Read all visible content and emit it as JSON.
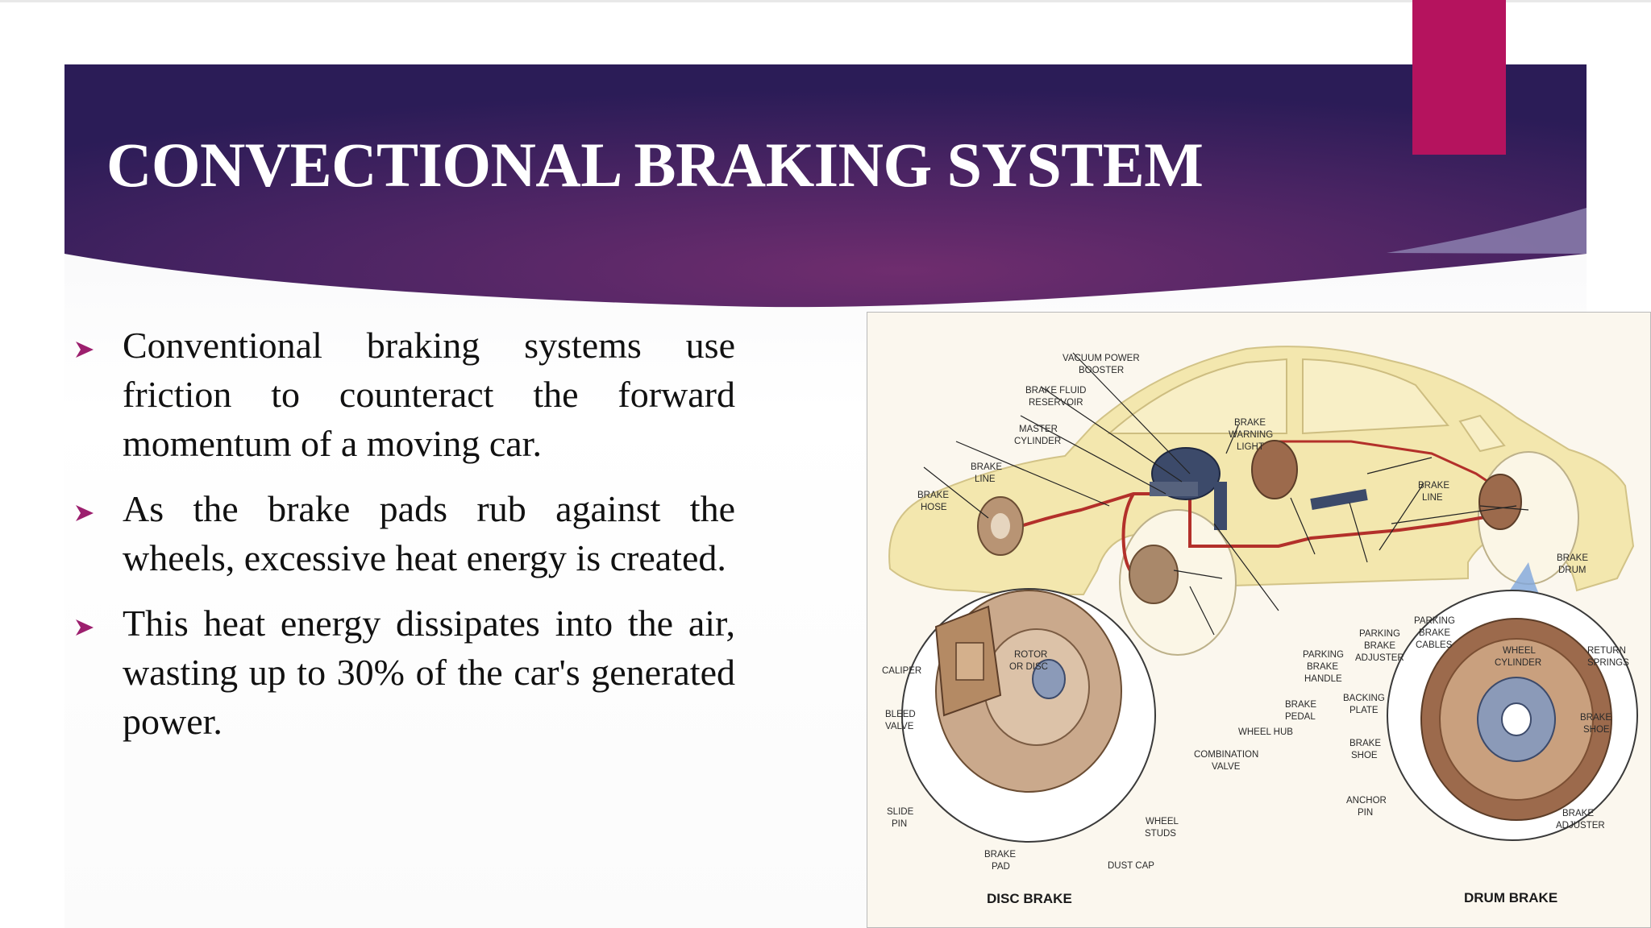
{
  "slide": {
    "title": "CONVECTIONAL BRAKING SYSTEM",
    "bullets": [
      "Conventional braking systems use friction to counteract the forward momentum of a moving car.",
      "As the brake pads rub against the wheels, excessive heat energy is created.",
      "This heat  energy dissipates into the air, wasting up to 30% of the car's generated power."
    ]
  },
  "figure": {
    "labels": {
      "vacuum_power_booster": [
        "VACUUM POWER",
        "BOOSTER"
      ],
      "brake_fluid_reservoir": [
        "BRAKE FLUID",
        "RESERVOIR"
      ],
      "master_cylinder": [
        "MASTER",
        "CYLINDER"
      ],
      "brake_warning_light": [
        "BRAKE",
        "WARNING",
        "LIGHT"
      ],
      "brake_line_front": [
        "BRAKE",
        "LINE"
      ],
      "brake_hose": [
        "BRAKE",
        "HOSE"
      ],
      "brake_line_rear": [
        "BRAKE",
        "LINE"
      ],
      "brake_drum": [
        "BRAKE",
        "DRUM"
      ],
      "parking_brake_cables": [
        "PARKING",
        "BRAKE",
        "CABLES"
      ],
      "parking_brake_adjuster": [
        "PARKING",
        "BRAKE",
        "ADJUSTER"
      ],
      "parking_brake_handle": [
        "PARKING",
        "BRAKE",
        "HANDLE"
      ],
      "rotor_or_disc": [
        "ROTOR",
        "OR DISC"
      ],
      "caliper": [
        "CALIPER"
      ],
      "bleed_valve": [
        "BLEED",
        "VALVE"
      ],
      "slide_pin": [
        "SLIDE",
        "PIN"
      ],
      "brake_pad": [
        "BRAKE",
        "PAD"
      ],
      "dust_cap": [
        "DUST CAP"
      ],
      "wheel_studs": [
        "WHEEL",
        "STUDS"
      ],
      "combination_valve": [
        "COMBINATION",
        "VALVE"
      ],
      "wheel_hub": [
        "WHEEL HUB"
      ],
      "brake_pedal": [
        "BRAKE",
        "PEDAL"
      ],
      "backing_plate": [
        "BACKING",
        "PLATE"
      ],
      "brake_shoe_left": [
        "BRAKE",
        "SHOE"
      ],
      "anchor_pin": [
        "ANCHOR",
        "PIN"
      ],
      "wheel_cylinder": [
        "WHEEL",
        "CYLINDER"
      ],
      "return_springs": [
        "RETURN",
        "SPRINGS"
      ],
      "brake_shoe_right": [
        "BRAKE",
        "SHOE"
      ],
      "brake_adjuster": [
        "BRAKE",
        "ADJUSTER"
      ]
    },
    "captions": {
      "disc": "DISC BRAKE",
      "drum": "DRUM BRAKE"
    }
  },
  "colors": {
    "banner_dark": "#2d1d57",
    "banner_mid": "#632a69",
    "accent": "#b5135e",
    "bullet_arrow": "#9c1f6e",
    "car_body": "#f3e7ae",
    "brake_line": "#b3302a",
    "rotor_metal": "#a9886a",
    "airflow_blue": "#7fa6dc"
  },
  "icons": {
    "bullet": "arrowhead-bullet-icon"
  }
}
